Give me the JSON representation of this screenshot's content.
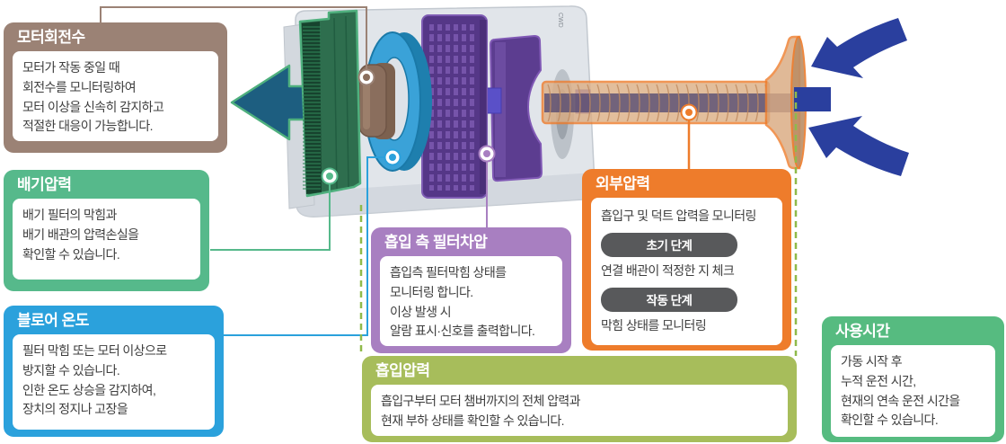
{
  "callouts": {
    "motor_speed": {
      "title": "모터회전수",
      "body": "모터가 작동 중일 때\n회전수를 모니터링하여\n모터 이상을 신속히 감지하고\n적절한 대응이 가능합니다.",
      "color": "#9b8275"
    },
    "exhaust_pressure": {
      "title": "배기압력",
      "body": "배기 필터의 막힘과\n배기 배관의 압력손실을\n확인할 수 있습니다.",
      "color": "#56b98b"
    },
    "blower_temperature": {
      "title": "블로어 온도",
      "body": "필터 막힘 또는 모터 이상으로\n방지할 수 있습니다.\n인한 온도 상승을 감지하여,\n장치의 정지나 고장을",
      "color": "#2ba1dc"
    },
    "intake_filter_dp": {
      "title": "흡입 측 필터차압",
      "body": "흡입측 필터막힘 상태를\n모니터링 합니다.\n이상 발생 시\n알람 표시·신호를 출력합니다.",
      "color": "#a87fc1"
    },
    "external_pressure": {
      "title": "외부압력",
      "intro": "흡입구 및 덕트 압력을 모니터링",
      "stages": [
        {
          "badge": "초기 단계",
          "text": "연결 배관이 적정한 지 체크"
        },
        {
          "badge": "작동 단계",
          "text": "막힘 상태를 모니터링"
        }
      ],
      "badge_color": "#58595b",
      "color": "#ee7c2b"
    },
    "intake_pressure": {
      "title": "흡입압력",
      "body": "흡입구부터 모터 챔버까지의 전체 압력과\n현재 부하 상태를 확인할 수 있습니다.",
      "color": "#a7bd5b"
    },
    "usage_time": {
      "title": "사용시간",
      "body": "가동 시작 후\n누적 운전 시간,\n현재의 연속 운전 시간을\n확인할 수 있습니다.",
      "color": "#56bb80"
    }
  },
  "device": {
    "logo": "CWD",
    "part_colors": {
      "housing": "#e1e5ea",
      "exhaust_filter": "#2e6e4e",
      "exhaust_filter_outline": "#4fb07e",
      "blower_ring": "#3aa2d8",
      "motor": "#8a6e5d",
      "intake_filter": "#553787",
      "prefilter": "#5c3d90",
      "intake_duct": "#d9a87e",
      "duct_outline": "#ee7c2b",
      "flow_arrow_blue": "#2a3f9e",
      "exhaust_arrow": "#1d5e80",
      "dashed_guide": "#8fba4a"
    }
  }
}
